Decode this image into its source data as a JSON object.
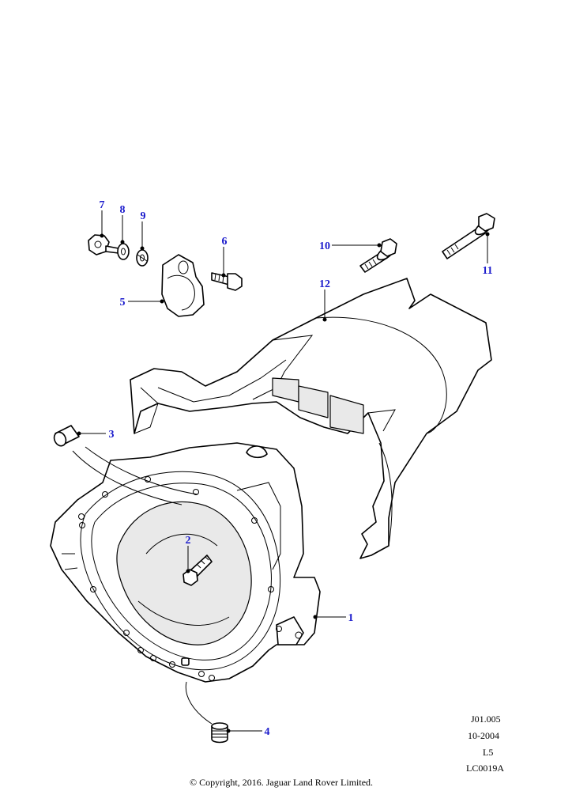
{
  "callouts": {
    "c1": "1",
    "c2": "2",
    "c3": "3",
    "c4": "4",
    "c5": "5",
    "c6": "6",
    "c7": "7",
    "c8": "8",
    "c9": "9",
    "c10": "10",
    "c11": "11",
    "c12": "12"
  },
  "callout_color": "#1a1acc",
  "reference": {
    "code": "J01.005",
    "date": "10-2004",
    "level": "L5",
    "illustration_id": "LC0019A"
  },
  "copyright": "© Copyright, 2016. Jaguar Land Rover Limited."
}
